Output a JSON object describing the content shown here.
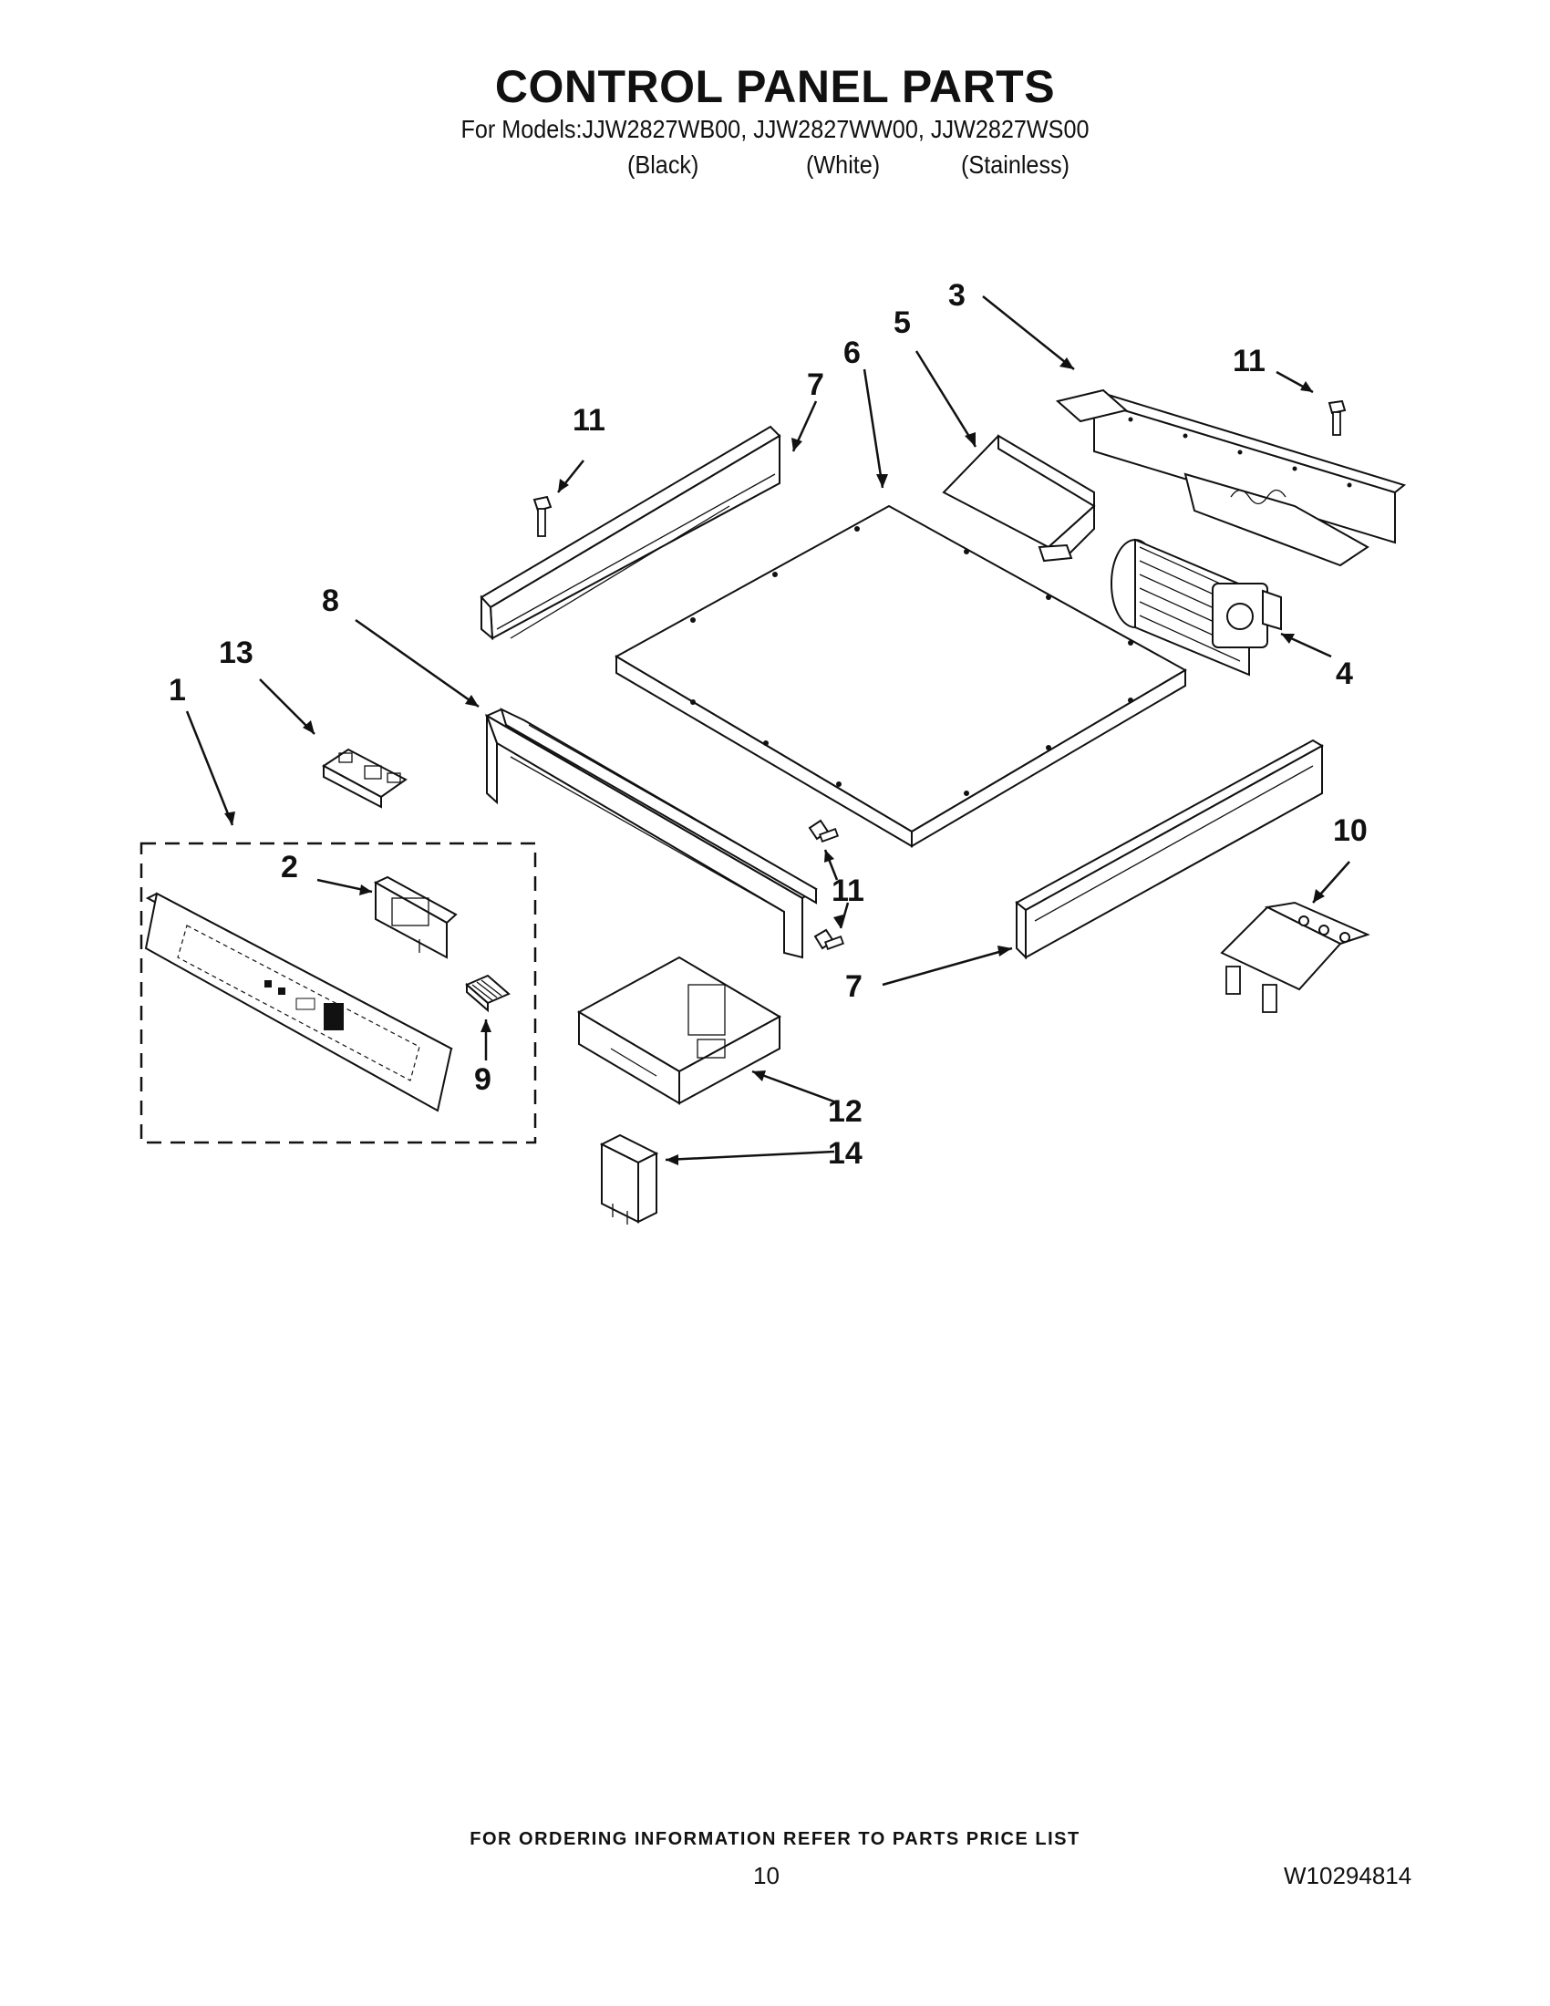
{
  "header": {
    "title": "CONTROL PANEL PARTS",
    "models_line": "For Models:JJW2827WB00, JJW2827WW00, JJW2827WS00",
    "color_black": "(Black)",
    "color_white": "(White)",
    "color_stainless": "(Stainless)"
  },
  "callouts": {
    "c1": "1",
    "c2": "2",
    "c3": "3",
    "c4": "4",
    "c5": "5",
    "c6": "6",
    "c7a": "7",
    "c7b": "7",
    "c8": "8",
    "c9": "9",
    "c10": "10",
    "c11a": "11",
    "c11b": "11",
    "c11c": "11",
    "c12": "12",
    "c13": "13",
    "c14": "14"
  },
  "footer": {
    "ordering_note": "FOR ORDERING INFORMATION REFER TO PARTS PRICE LIST",
    "page_number": "10",
    "document_id": "W10294814"
  }
}
